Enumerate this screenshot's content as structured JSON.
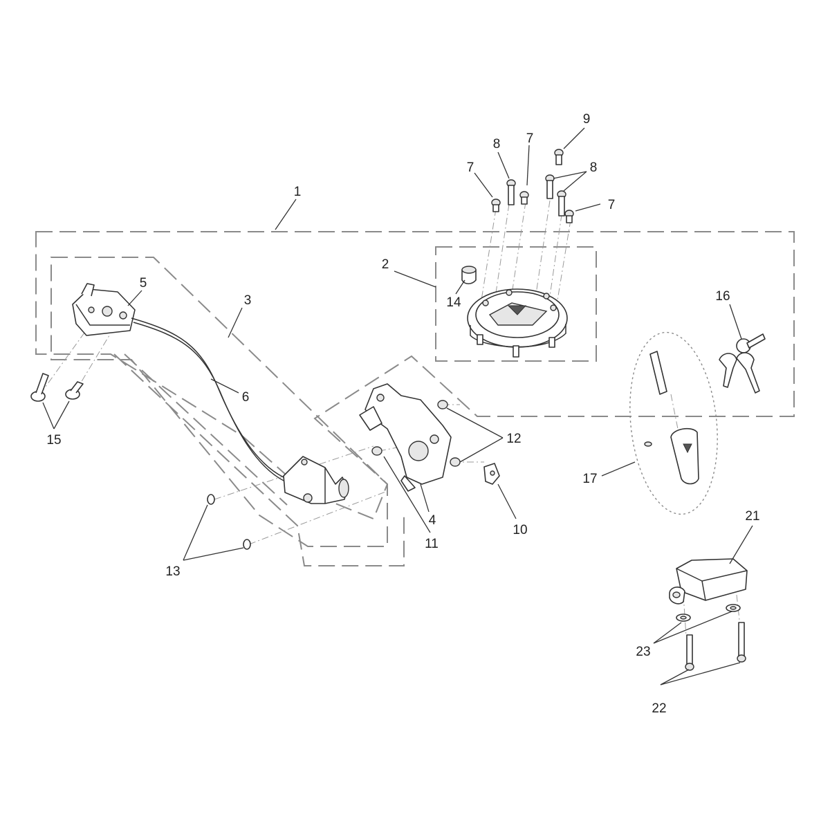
{
  "diagram": {
    "callouts": [
      "1",
      "2",
      "3",
      "4",
      "5",
      "6",
      "7",
      "7",
      "7",
      "8",
      "8",
      "9",
      "10",
      "11",
      "12",
      "13",
      "14",
      "15",
      "16",
      "17",
      "21",
      "22",
      "23"
    ]
  }
}
